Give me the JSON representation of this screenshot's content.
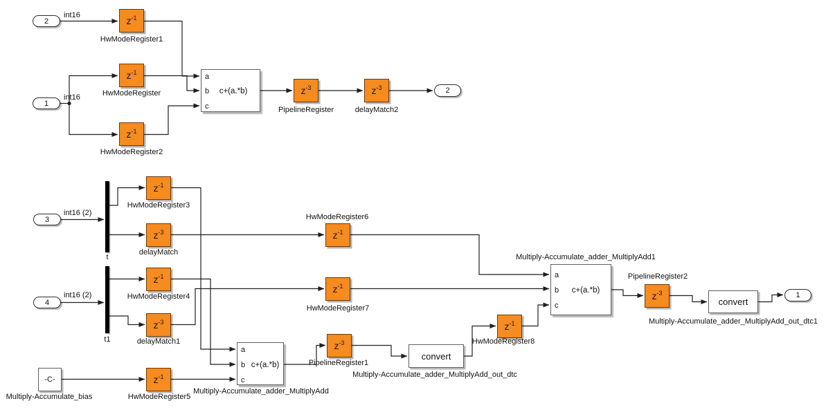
{
  "colors": {
    "delay_fill": "#F68B1F",
    "delay_border": "#6b3a06",
    "block_border": "#5f5f5f",
    "wire": "#1f1f1f",
    "text": "#111111",
    "bg": "#ffffff"
  },
  "inports": {
    "in2": {
      "label": "2",
      "dtype": "int16"
    },
    "in1": {
      "label": "1",
      "dtype": "int16"
    },
    "in3": {
      "label": "3",
      "dtype": "int16 (2)"
    },
    "in4": {
      "label": "4",
      "dtype": "int16 (2)"
    }
  },
  "outports": {
    "out2": {
      "label": "2"
    },
    "out1": {
      "label": "1"
    }
  },
  "delays": {
    "hwModeRegister1": {
      "label": "HwModeRegister1",
      "base": "z",
      "exp": "-1"
    },
    "hwModeRegister": {
      "label": "HwModeRegister",
      "base": "z",
      "exp": "-1"
    },
    "hwModeRegister2": {
      "label": "HwModeRegister2",
      "base": "z",
      "exp": "-1"
    },
    "pipelineRegister": {
      "label": "PipelineRegister",
      "base": "z",
      "exp": "-3"
    },
    "delayMatch2": {
      "label": "delayMatch2",
      "base": "z",
      "exp": "-3"
    },
    "hwModeRegister3": {
      "label": "HwModeRegister3",
      "base": "z",
      "exp": "-1"
    },
    "delayMatch": {
      "label": "delayMatch",
      "base": "z",
      "exp": "-3"
    },
    "hwModeRegister4": {
      "label": "HwModeRegister4",
      "base": "z",
      "exp": "-1"
    },
    "delayMatch1": {
      "label": "delayMatch1",
      "base": "z",
      "exp": "-3"
    },
    "hwModeRegister5": {
      "label": "HwModeRegister5",
      "base": "z",
      "exp": "-1"
    },
    "hwModeRegister6": {
      "label": "HwModeRegister6",
      "base": "z",
      "exp": "-1"
    },
    "hwModeRegister7": {
      "label": "HwModeRegister7",
      "base": "z",
      "exp": "-1"
    },
    "hwModeRegister8": {
      "label": "HwModeRegister8",
      "base": "z",
      "exp": "-1"
    },
    "pipelineRegister1": {
      "label": "PipelineRegister1",
      "base": "z",
      "exp": "-3"
    },
    "pipelineRegister2": {
      "label": "PipelineRegister2",
      "base": "z",
      "exp": "-3"
    }
  },
  "muxes": {
    "t": {
      "label": "t"
    },
    "t1": {
      "label": "t1"
    }
  },
  "constant": {
    "value": "-C-",
    "label": "Multiply-Accumulate_bias"
  },
  "multiplyAdds": {
    "top": {
      "expr": "c+(a.*b)",
      "portA": "a",
      "portB": "b",
      "portC": "c"
    },
    "mid": {
      "expr": "c+(a.*b)",
      "portA": "a",
      "portB": "b",
      "portC": "c",
      "label": "Multiply-Accumulate_adder_MultiplyAdd"
    },
    "acc1": {
      "expr": "c+(a.*b)",
      "portA": "a",
      "portB": "b",
      "portC": "c",
      "label": "Multiply-Accumulate_adder_MultiplyAdd1"
    }
  },
  "converts": {
    "dtc": {
      "text": "convert",
      "label": "Multiply-Accumulate_adder_MultiplyAdd_out_dtc"
    },
    "dtc1": {
      "text": "convert",
      "label": "Multiply-Accumulate_adder_MultiplyAdd_out_dtc1"
    }
  }
}
